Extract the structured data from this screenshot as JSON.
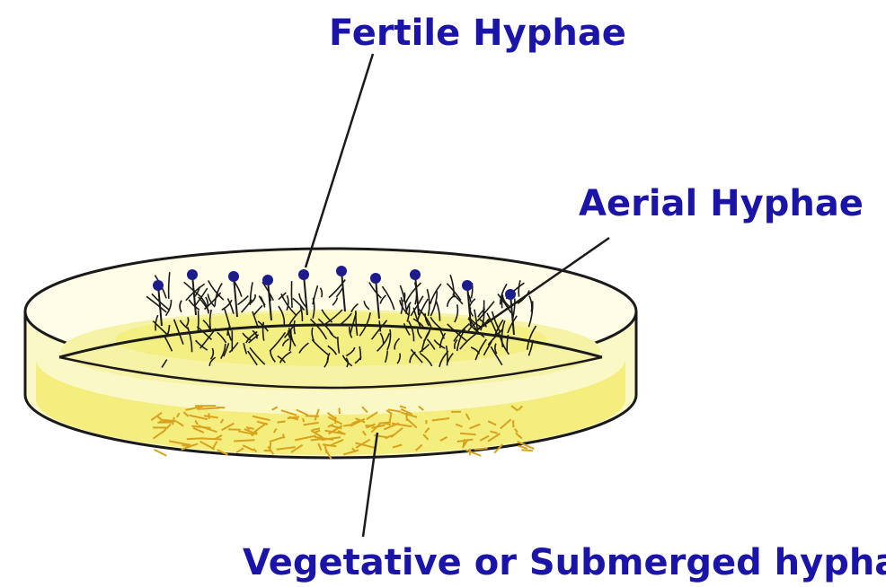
{
  "labels": {
    "fertile": "Fertile Hyphae",
    "aerial": "Aerial Hyphae",
    "vegetative": "Vegetative or Submerged hyphae"
  },
  "colors": {
    "label_text": "#1a14a8",
    "agar_fill": "#f7f3a6",
    "agar_edge": "#ece85a",
    "vegetative_hyphae": "#d9a21c",
    "aerial_hyphae": "#1a1a1a",
    "spore_head": "#1c1c8c",
    "outline": "#1a1a1a"
  },
  "icons": {
    "dish": "petri-dish-icon",
    "spore": "spore-head-icon"
  }
}
